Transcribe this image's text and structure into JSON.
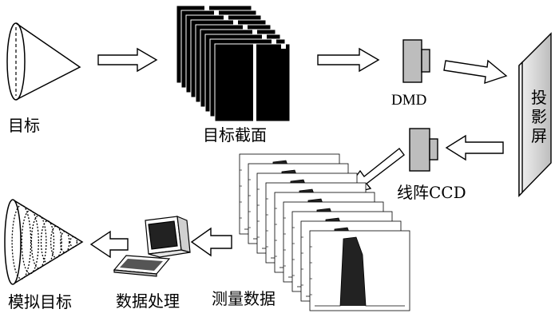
{
  "labels": {
    "target": "目标",
    "target_section": "目标截面",
    "dmd": "DMD",
    "screen": "投影屏",
    "ccd": "线阵CCD",
    "measured_data": "测量数据",
    "data_processing": "数据处理",
    "sim_target": "模拟目标"
  },
  "colors": {
    "stroke": "#000000",
    "device_fill": "#bdbdbd",
    "screen_fill": "#d9d9d9",
    "frame_fill": "#000000",
    "stripe": "#ffffff"
  },
  "icons": {
    "target": "cone-icon",
    "section": "frame-stack-icon",
    "dmd": "dmd-device-icon",
    "screen": "projection-screen-icon",
    "ccd": "line-ccd-icon",
    "data": "plot-stack-icon",
    "computer": "computer-icon",
    "result": "dotted-cone-icon",
    "arrow": "hollow-arrow-icon"
  }
}
